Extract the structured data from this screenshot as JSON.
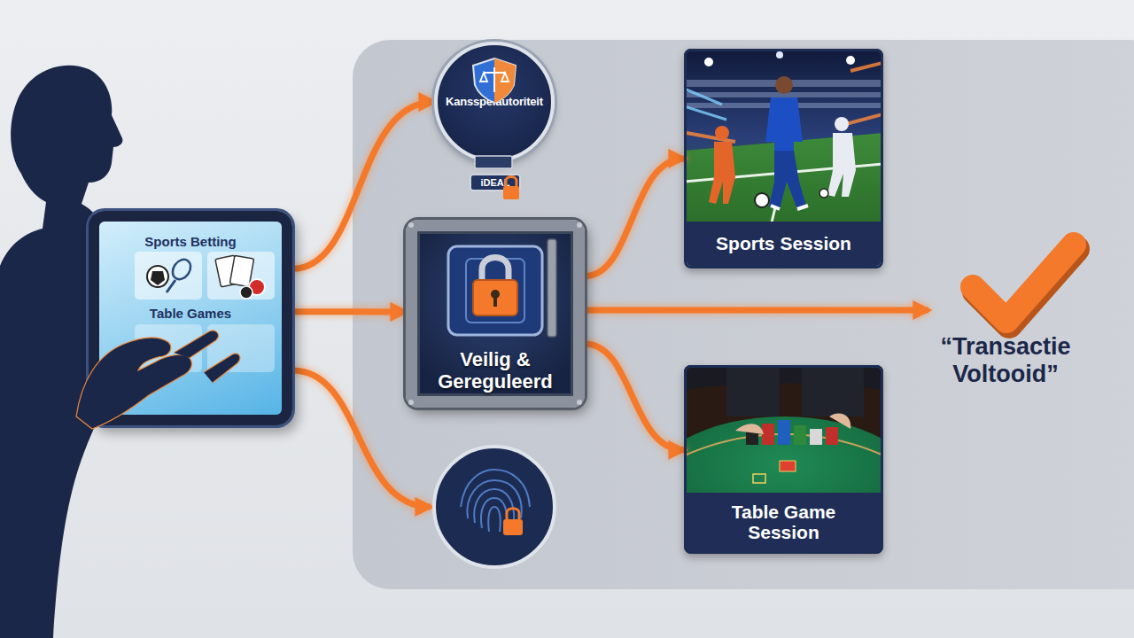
{
  "diagram": {
    "nodes": [
      {
        "text": [
          "Sports Betting",
          "Table Games"
        ]
      },
      {
        "text": [
          "Kansspelautoriteit",
          "iDEAL"
        ]
      },
      {
        "text": [
          "Veilig & Gereguleerd"
        ]
      },
      {
        "text": [
          "Sports Session"
        ]
      },
      {
        "text": [
          "Table Game Session"
        ]
      }
    ],
    "edges": [
      {
        "from": 0,
        "to": 1,
        "arrow": "to"
      },
      {
        "from": 0,
        "to": 2,
        "arrow": "to"
      },
      {
        "from": 2,
        "to": 3,
        "arrow": "to"
      },
      {
        "from": 2,
        "to": 4,
        "arrow": "to"
      }
    ],
    "labels": [
      "“Transactie Voltooid”"
    ]
  }
}
